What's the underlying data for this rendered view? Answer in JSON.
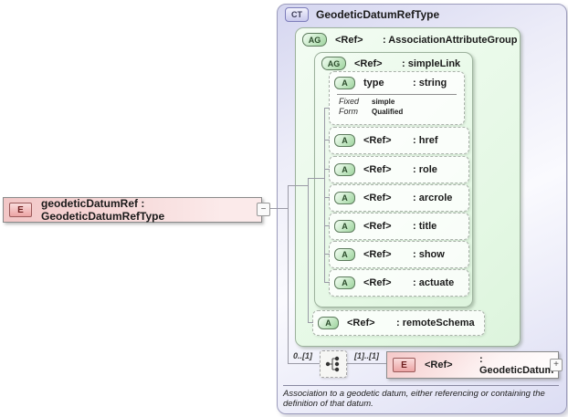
{
  "source_element": {
    "badge": "E",
    "label": "geodeticDatumRef : GeodeticDatumRefType",
    "collapse_glyph": "−"
  },
  "complex_type": {
    "badge": "CT",
    "title": "GeodeticDatumRefType"
  },
  "assoc_group": {
    "badge": "AG",
    "name": "<Ref>",
    "type": ": AssociationAttributeGroup"
  },
  "simple_link": {
    "badge": "AG",
    "name": "<Ref>",
    "type": ": simpleLink"
  },
  "type_attribute": {
    "badge": "A",
    "name": "type",
    "type": ": string",
    "facts": [
      {
        "label": "Fixed",
        "value": "simple"
      },
      {
        "label": "Form",
        "value": "Qualified"
      }
    ]
  },
  "ref_attributes": [
    {
      "badge": "A",
      "name": "<Ref>",
      "type": ": href"
    },
    {
      "badge": "A",
      "name": "<Ref>",
      "type": ": role"
    },
    {
      "badge": "A",
      "name": "<Ref>",
      "type": ": arcrole"
    },
    {
      "badge": "A",
      "name": "<Ref>",
      "type": ": title"
    },
    {
      "badge": "A",
      "name": "<Ref>",
      "type": ": show"
    },
    {
      "badge": "A",
      "name": "<Ref>",
      "type": ": actuate"
    }
  ],
  "remote_schema": {
    "badge": "A",
    "name": "<Ref>",
    "type": ": remoteSchema"
  },
  "sequence": {
    "left_cardinality": "0..[1]",
    "right_cardinality": "[1]..[1]"
  },
  "target_element": {
    "badge": "E",
    "name": "<Ref>",
    "type": ": GeodeticDatum",
    "expand_glyph": "+"
  },
  "annotation": "Association to a geodetic datum, either referencing or containing the definition of that datum.",
  "colors": {
    "complex_type_fill": "#d9daf1",
    "group_fill": "#e8f8e8",
    "element_fill": "#f2c6c6",
    "badge_green": "#9ed49e"
  }
}
